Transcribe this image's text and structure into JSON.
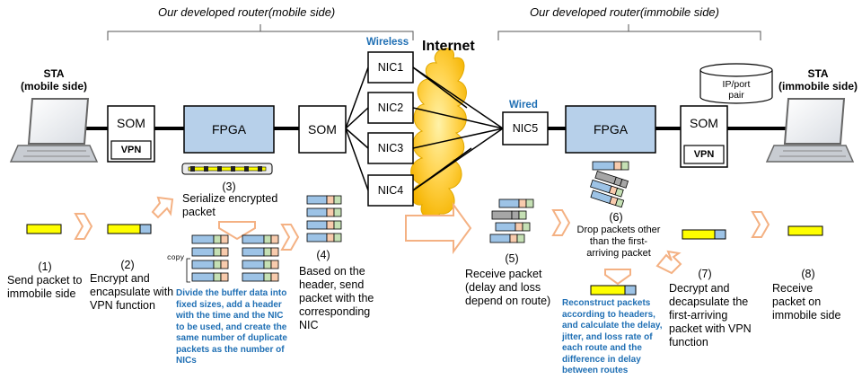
{
  "header": {
    "mobile_router": "Our developed router(mobile side)",
    "immobile_router": "Our developed router(immobile side)"
  },
  "labels": {
    "wireless": "Wireless",
    "internet": "Internet",
    "wired": "Wired",
    "ip_port_pair": "IP/port\npair",
    "copy": "copy"
  },
  "stations": {
    "mobile": "STA\n(mobile side)",
    "immobile": "STA\n(immobile side)"
  },
  "components": {
    "som": "SOM",
    "vpn": "VPN",
    "fpga": "FPGA",
    "nic1": "NIC1",
    "nic2": "NIC2",
    "nic3": "NIC3",
    "nic4": "NIC4",
    "nic5": "NIC5"
  },
  "steps": [
    {
      "num": "(1)",
      "text": "Send packet to\nimmobile side"
    },
    {
      "num": "(2)",
      "text": "Encrypt and\nencapsulate with\nVPN function"
    },
    {
      "num": "(3)",
      "text": "Serialize encrypted\npacket"
    },
    {
      "num": "(4)",
      "text": "Based on the\nheader, send\npacket with the\ncorresponding\nNIC"
    },
    {
      "num": "(5)",
      "text": "Receive packet\n(delay and loss\ndepend on route)"
    },
    {
      "num": "(6)",
      "text": "Drop packets other\nthan the first-\narriving  packet"
    },
    {
      "num": "(7)",
      "text": "Decrypt and\ndecapsulate the\nfirst-arriving\npacket with VPN\nfunction"
    },
    {
      "num": "(8)",
      "text": "Receive\npacket on\nimmobile side"
    }
  ],
  "notes": {
    "serialize": "Divide the buffer data into\nfixed sizes, add a header\nwith the time and the NIC\nto be used, and create the\nsame number of duplicate\npackets as the number of\nNICs",
    "reconstruct": "Reconstruct packets\naccording to headers,\nand calculate the delay,\njitter, and loss rate of\neach route and the\ndifference in delay\nbetween routes"
  },
  "colors": {
    "fpga_fill": "#b7d0ea",
    "packet_yellow": "#ffff00",
    "packet_blue": "#9dc3e6",
    "header_peach": "#f8cbad",
    "header_green": "#c5e0b4",
    "dropped_gray": "#a6a6a6",
    "arrow_orange": "#f4b183",
    "cloud_orange": "#ffc000",
    "note_blue": "#1f6fb4"
  }
}
